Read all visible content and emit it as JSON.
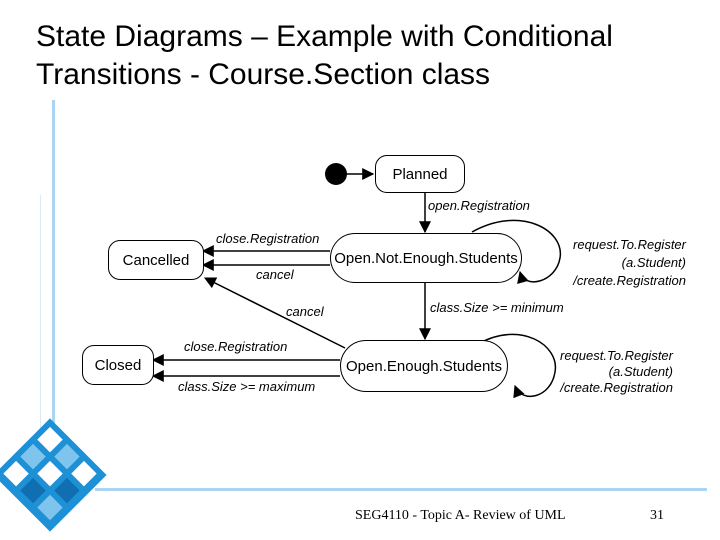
{
  "slide": {
    "title_line1": "State Diagrams – Example with Conditional",
    "title_line2": "Transitions - Course.Section class"
  },
  "states": {
    "planned": "Planned",
    "cancelled": "Cancelled",
    "open_not_enough": "Open.Not.Enough.Students",
    "closed": "Closed",
    "open_enough": "Open.Enough.Students"
  },
  "transitions": {
    "open_registration": "open.Registration",
    "close_registration_top": "close.Registration",
    "cancel_top": "cancel",
    "cancel_bottom": "cancel",
    "request_top_1": "request.To.Register",
    "request_top_2": "(a.Student)",
    "request_top_3": "/create.Registration",
    "class_size_min": "class.Size >= minimum",
    "close_registration_bottom": "close.Registration",
    "class_size_max": "class.Size >= maximum",
    "request_bottom_1": "request.To.Register",
    "request_bottom_2": "(a.Student)",
    "request_bottom_3": "/create.Registration"
  },
  "footer": {
    "course": "SEG4110 - Topic A-  Review of UML",
    "page_number": "31"
  },
  "colors": {
    "accent_blue": "#1d90d6",
    "light_blue": "#a9d5f0",
    "line": "#000000"
  }
}
